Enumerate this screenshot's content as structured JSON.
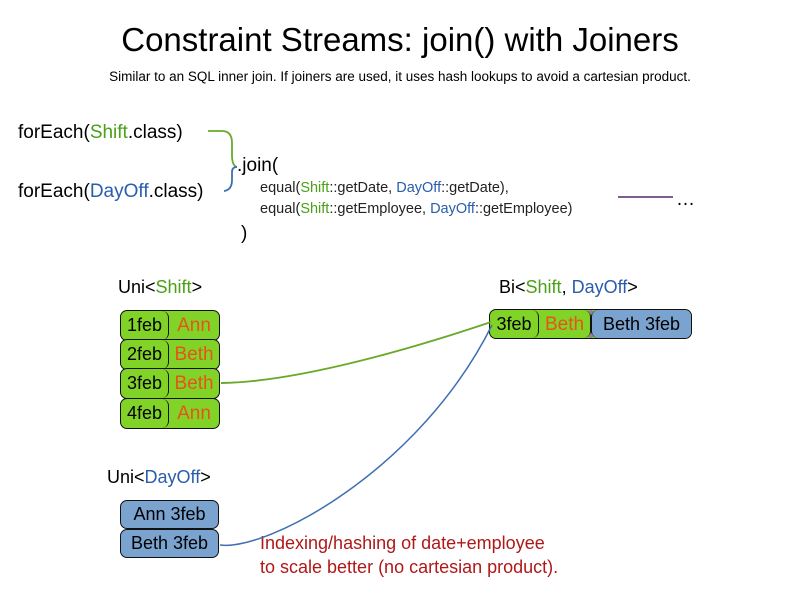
{
  "slide": {
    "title": "Constraint Streams: join() with Joiners",
    "subtitle": "Similar to an SQL inner join. If joiners are used, it uses hash lookups to avoid a cartesian product."
  },
  "code": {
    "foreach_shift": {
      "prefix": "forEach(",
      "type": "Shift",
      "suffix": ".class)"
    },
    "foreach_dayoff": {
      "prefix": "forEach(",
      "type": "DayOff",
      "suffix": ".class)"
    },
    "join_open": ".join(",
    "join_close": ")",
    "args": [
      {
        "prefix": "equal(",
        "left_type": "Shift",
        "left_ref": "::getDate, ",
        "right_type": "DayOff",
        "right_ref": "::getDate),"
      },
      {
        "prefix": "equal(",
        "left_type": "Shift",
        "left_ref": "::getEmployee, ",
        "right_type": "DayOff",
        "right_ref": "::getEmployee)"
      }
    ],
    "ellipsis": "…"
  },
  "streams": {
    "uni_shift": {
      "label_prefix": "Uni<",
      "label_type": "Shift",
      "label_suffix": ">",
      "rows": [
        {
          "date": "1feb",
          "name": "Ann"
        },
        {
          "date": "2feb",
          "name": "Beth"
        },
        {
          "date": "3feb",
          "name": "Beth"
        },
        {
          "date": "4feb",
          "name": "Ann"
        }
      ]
    },
    "uni_dayoff": {
      "label_prefix": "Uni<",
      "label_type": "DayOff",
      "label_suffix": ">",
      "rows": [
        {
          "text": "Ann 3feb"
        },
        {
          "text": "Beth 3feb"
        }
      ]
    },
    "bi": {
      "label_prefix": "Bi<",
      "label_type_a": "Shift",
      "label_separator": ", ",
      "label_type_b": "DayOff",
      "label_suffix": ">",
      "row": {
        "date": "3feb",
        "name": "Beth",
        "dayoff": "Beth 3feb"
      }
    }
  },
  "annotation": {
    "line1": "Indexing/hashing of date+employee",
    "line2": "to scale better (no cartesian product)."
  },
  "colors": {
    "shift_green": "#4aa017",
    "dayoff_blue": "#2a5dab",
    "box_green": "#81d427",
    "box_blue": "#7ba3d0",
    "name_orange": "#e8531b",
    "annotation_red": "#b01818",
    "connector_green": "#6aaa2a",
    "connector_blue": "#3f6fae",
    "rule_purple": "#7d5f8f"
  }
}
